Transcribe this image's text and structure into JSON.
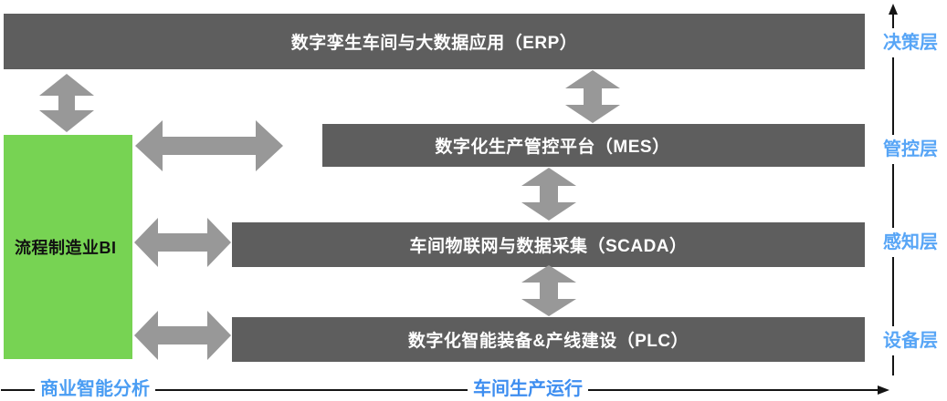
{
  "diagram": {
    "title_implicit": "数字化车间分层架构",
    "bars": [
      {
        "id": "erp",
        "label": "数字孪生车间与大数据应用（ERP）"
      },
      {
        "id": "mes",
        "label": "数字化生产管控平台（MES）"
      },
      {
        "id": "scada",
        "label": "车间物联网与数据采集（SCADA）"
      },
      {
        "id": "plc",
        "label": "数字化智能装备&产线建设（PLC）"
      }
    ],
    "bi_box": {
      "label": "流程制造业BI"
    },
    "layers": [
      {
        "label": "决策层"
      },
      {
        "label": "管控层"
      },
      {
        "label": "感知层"
      },
      {
        "label": "设备层"
      }
    ],
    "bottom_axis": {
      "left_label": "商业智能分析",
      "center_label": "车间生产运行"
    },
    "icons": [
      "up-arrow-icon",
      "right-arrow-icon",
      "double-arrow-vertical-icon",
      "double-arrow-horizontal-icon"
    ],
    "colors": {
      "bar_gray": "#5E5E5E",
      "arrow_gray": "#989898",
      "bi_green": "#77D353",
      "layer_label_blue": "#57A5F6",
      "bottom_left_blue": "#4A9DF3",
      "bottom_center_blue": "#3E8EF0",
      "axis_black": "#141414",
      "bar_text": "#FFFFFF",
      "bi_text": "#111111"
    }
  }
}
